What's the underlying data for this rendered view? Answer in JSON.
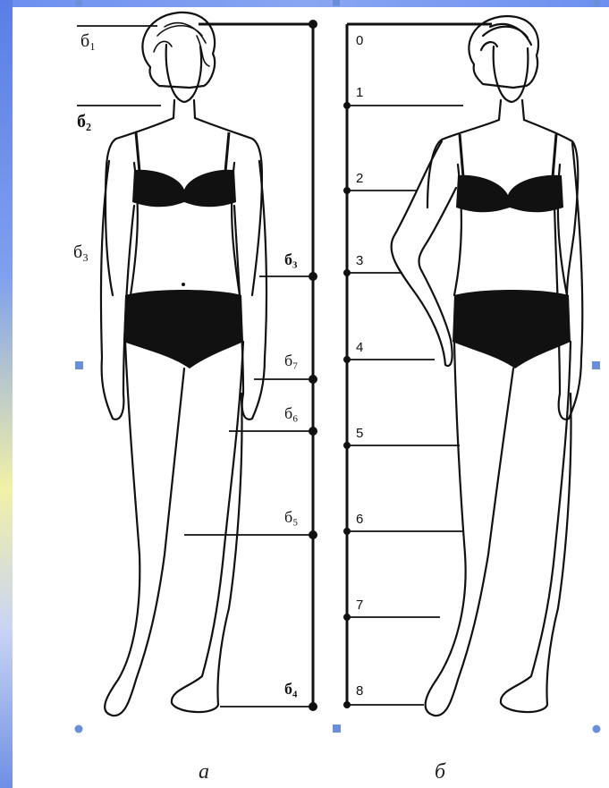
{
  "captions": {
    "left": "а",
    "right": "б"
  },
  "left_figure": {
    "labels": {
      "b1": "б₁",
      "b2": "б₂",
      "b3_side": "б₃",
      "b3": "б₃",
      "b7": "б₇",
      "b6": "б₆",
      "b5": "б₅",
      "b4": "б₄"
    }
  },
  "right_figure": {
    "numbers": [
      "0",
      "1",
      "2",
      "3",
      "4",
      "5",
      "6",
      "7",
      "8"
    ]
  },
  "colors": {
    "accent": "#6a8fd8",
    "ink": "#111111"
  }
}
